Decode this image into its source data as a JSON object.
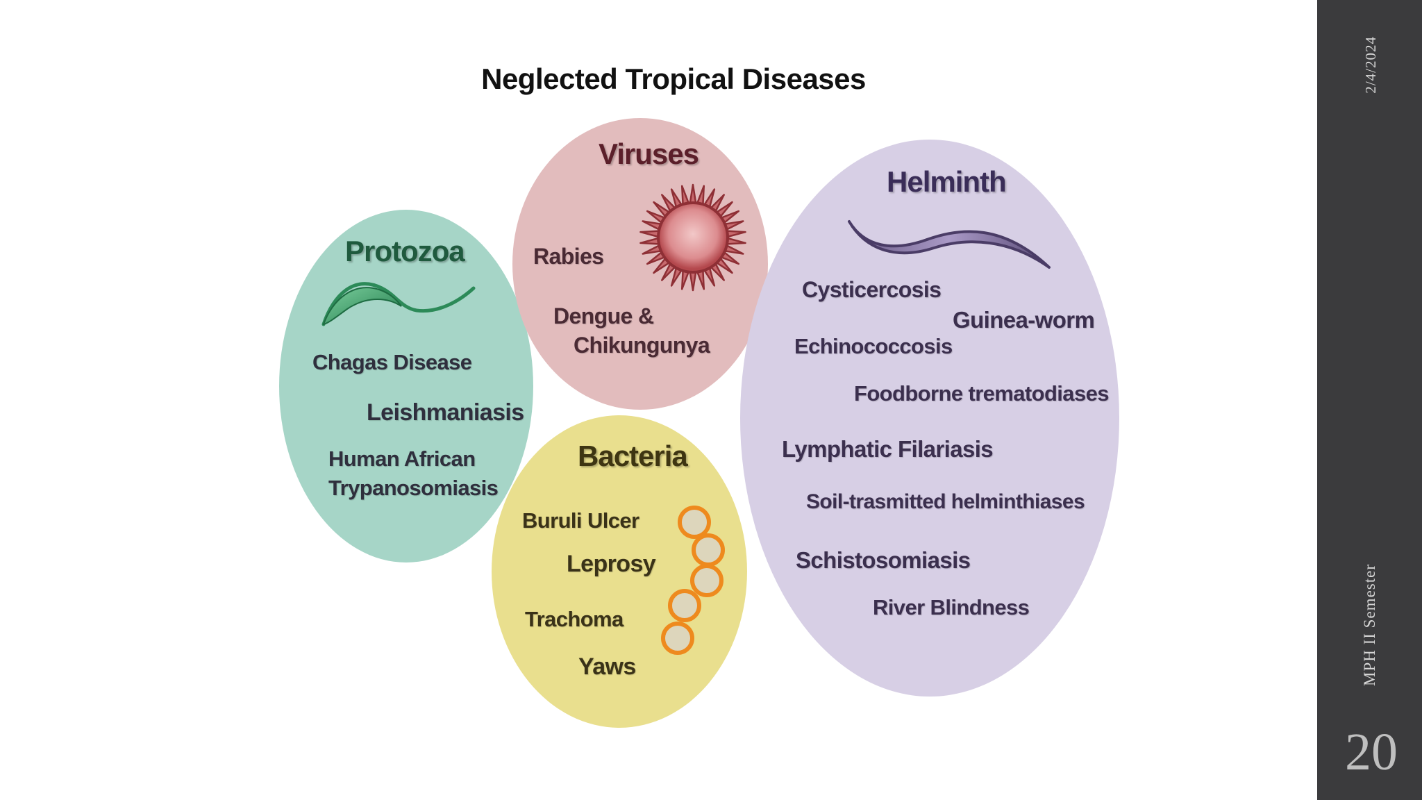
{
  "title": "Neglected Tropical Diseases",
  "sidebar": {
    "date": "2/4/2024",
    "semester": "MPH II Semester",
    "slide_number": "20"
  },
  "groups": {
    "protozoa": {
      "heading": "Protozoa",
      "color": "#a6d5c7",
      "items": [
        "Chagas Disease",
        "Leishmaniasis",
        "Human African",
        "Trypanosomiasis"
      ]
    },
    "viruses": {
      "heading": "Viruses",
      "color": "#e2bcbd",
      "items": [
        "Rabies",
        "Dengue &",
        "Chikungunya"
      ]
    },
    "bacteria": {
      "heading": "Bacteria",
      "color": "#e9df8e",
      "items": [
        "Buruli Ulcer",
        "Leprosy",
        "Trachoma",
        "Yaws"
      ]
    },
    "helminth": {
      "heading": "Helminth",
      "color": "#d7cfe5",
      "items": [
        "Cysticercosis",
        "Guinea-worm",
        "Echinococcosis",
        "Foodborne trematodiases",
        "Lymphatic Filariasis",
        "Soil-trasmitted helminthiases",
        "Schistosomiasis",
        "River Blindness"
      ]
    }
  },
  "icons": {
    "protozoa": "protozoan-icon",
    "viruses": "virus-icon",
    "bacteria": "bacteria-chain-icon",
    "helminth": "worm-icon"
  }
}
